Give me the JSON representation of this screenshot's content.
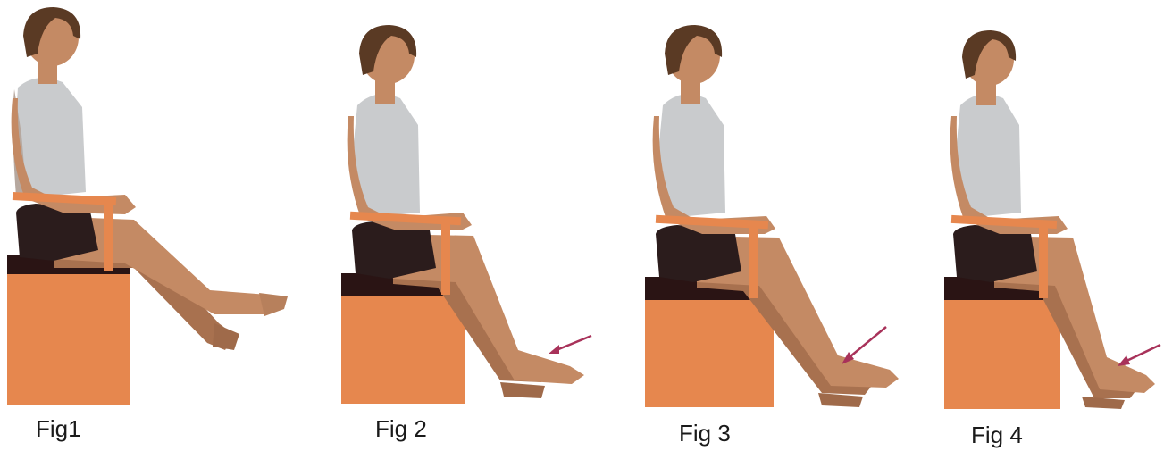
{
  "figures": [
    {
      "caption": "Fig1",
      "leg": "extended",
      "arrow": false
    },
    {
      "caption": "Fig 2",
      "leg": "lowered-1",
      "arrow": true
    },
    {
      "caption": "Fig 3",
      "leg": "lowered-2",
      "arrow": true
    },
    {
      "caption": "Fig 4",
      "leg": "lowered-3",
      "arrow": true
    }
  ],
  "colors": {
    "box": "#e6874e",
    "box_shade": "#cf7440",
    "seat_cushion": "#2a1414",
    "skin": "#c48a64",
    "skin_shadow": "#8f5c3f",
    "hair": "#5a3a24",
    "tank_top": "#c9cbcd",
    "shorts": "#2b1c1c",
    "arrow": "#a8325a"
  }
}
